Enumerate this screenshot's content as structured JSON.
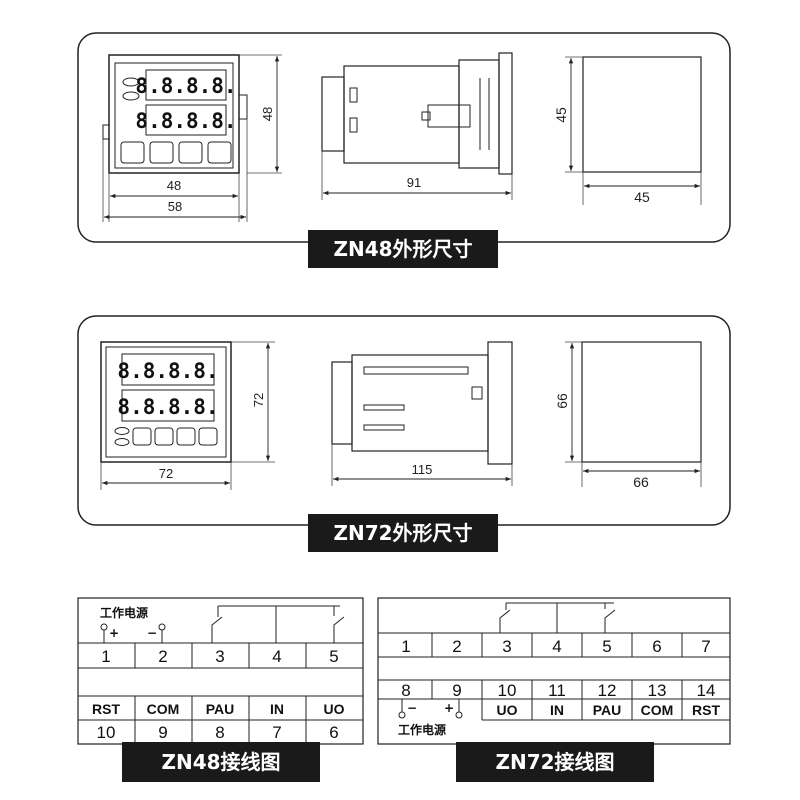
{
  "zn48": {
    "title": "ZN48外形尺寸",
    "display_top": "8.8.8.8.",
    "display_bottom": "8.8.8.8.",
    "front_height": "48",
    "front_width": "48",
    "overall_width": "58",
    "depth": "91",
    "side_height": "45",
    "side_width": "45"
  },
  "zn72": {
    "title": "ZN72外形尺寸",
    "display_top": "8.8.8.8.",
    "display_bottom": "8.8.8.8.",
    "front_height": "72",
    "front_width": "72",
    "depth": "115",
    "side_height": "66",
    "side_width": "66"
  },
  "wiring48": {
    "title": "ZN48接线图",
    "power_label": "工作电源",
    "plus_sign": "+",
    "minus_sign": "−",
    "top_terminals": [
      "1",
      "2",
      "3",
      "4",
      "5"
    ],
    "bottom_labels": [
      "RST",
      "COM",
      "PAU",
      "IN",
      "UO"
    ],
    "bottom_terminals": [
      "10",
      "9",
      "8",
      "7",
      "6"
    ]
  },
  "wiring72": {
    "title": "ZN72接线图",
    "power_label": "工作电源",
    "plus_sign": "+",
    "minus_sign": "−",
    "top_terminals": [
      "1",
      "2",
      "3",
      "4",
      "5",
      "6",
      "7"
    ],
    "bottom_terminals": [
      "8",
      "9",
      "10",
      "11",
      "12",
      "13",
      "14"
    ],
    "bottom_labels": [
      "UO",
      "IN",
      "PAU",
      "COM",
      "RST"
    ]
  }
}
